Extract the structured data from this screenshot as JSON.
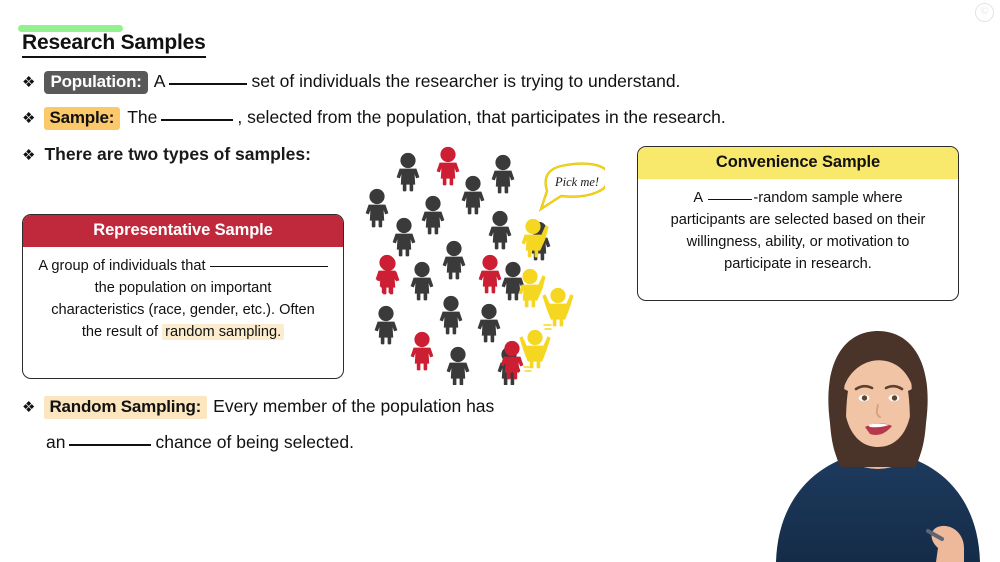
{
  "slide": {
    "title": "Research Samples",
    "watermark_icon": "copyright-icon",
    "background": "#ffffff"
  },
  "bullets": [
    {
      "marker": "❖",
      "tag": "Population:",
      "tag_style": "dark",
      "text_before": "A",
      "blank": "________",
      "text_after": "set of individuals the researcher is trying to understand."
    },
    {
      "marker": "❖",
      "tag": "Sample:",
      "tag_style": "orange",
      "text_before": "The",
      "blank": "________",
      "text_after": ", selected from the population, that participates in the research."
    },
    {
      "marker": "❖",
      "tag": "",
      "tag_style": "none",
      "text_before": "There are two types of samples:",
      "blank": "",
      "text_after": ""
    }
  ],
  "random_sampling": {
    "marker": "❖",
    "tag": "Random Sampling:",
    "line1_after": "Every member of the population has",
    "line2_before": "an",
    "line2_blank": "_________",
    "line2_after": "chance of being selected."
  },
  "cards": [
    {
      "id": "representative",
      "header": "Representative Sample",
      "header_bg": "#c0293b",
      "header_color": "#ffffff",
      "body_line1_a": "A group of individuals that",
      "body_line1_blank": "____________",
      "body_line2": "the population on important",
      "body_line3": "characteristics (race, gender, etc.). Often",
      "body_line4_a": "the result of",
      "body_line4_highlight": "random sampling."
    },
    {
      "id": "convenience",
      "header": "Convenience Sample",
      "header_bg": "#f8e86c",
      "header_color": "#111111",
      "body_line1_a": "A",
      "body_line1_blank": "_____",
      "body_line1_b": "-random sample where",
      "body_line2": "participants are selected based on their",
      "body_line3": "willingness, ability, or motivation to",
      "body_line4": "participate in research."
    }
  ],
  "illustration": {
    "name": "crowd-of-people-illustration",
    "speech_bubble_text": "Pick me!",
    "colors": {
      "dark": "#3a3a3a",
      "red": "#cc1f33",
      "yellow": "#f5d722"
    },
    "counts": {
      "dark": 16,
      "red": 6,
      "yellow": 4
    }
  },
  "presenter": {
    "name": "presenter-video-overlay",
    "shirt_color": "#1b3658",
    "hair_color": "#4a3328"
  }
}
